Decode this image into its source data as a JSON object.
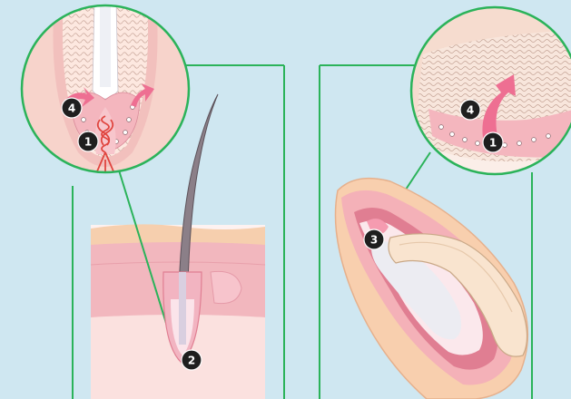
{
  "colors": {
    "background": "#cfe7f1",
    "frame_line": "#2bb35a",
    "skin_light": "#fbe3e6",
    "skin_mid": "#f3b7c0",
    "skin_dark": "#e47f92",
    "tissue_peach": "#f6cfae",
    "arrow_pink": "#ee6f92",
    "vessel_red": "#e0453f",
    "marker_fill": "#1f1f1f",
    "marker_text": "#ffffff"
  },
  "markers": {
    "left_inset_arrow": "4",
    "left_inset_papilla": "1",
    "follicle_bulb": "2",
    "nail_matrix": "3",
    "right_inset_arrow": "4",
    "right_inset_base": "1"
  },
  "illustrations": {
    "left": "hair-follicle-cross-section",
    "right": "nail-cross-section"
  }
}
